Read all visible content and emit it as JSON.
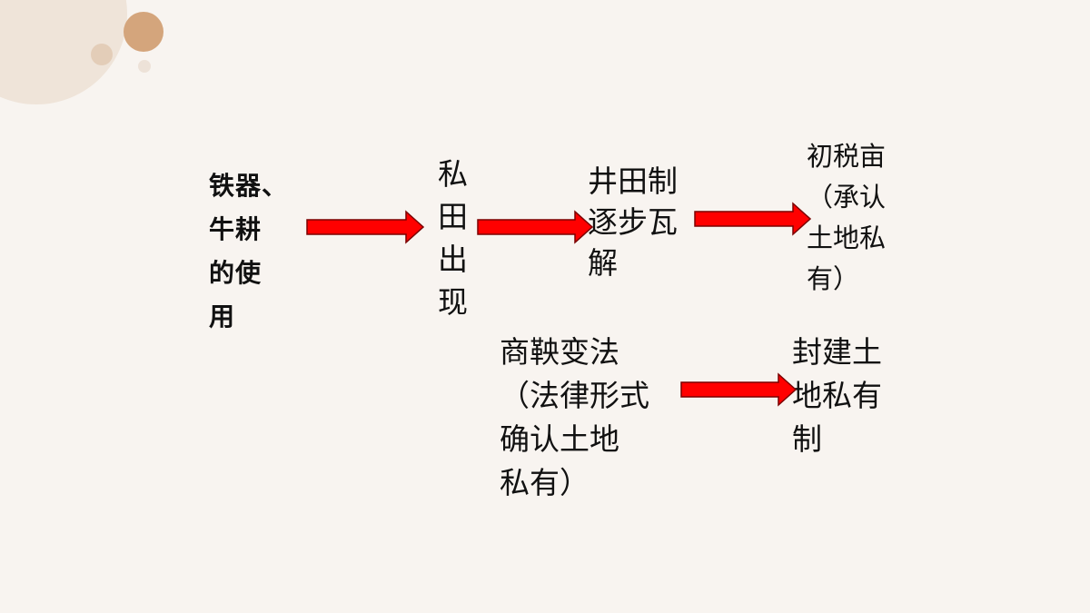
{
  "colors": {
    "background": "#f8f4f0",
    "arrow_fill": "#ff0000",
    "arrow_stroke": "#7a0000",
    "decor_primary": "#d4a57c",
    "decor_light": "#efe4d9"
  },
  "nodes": {
    "iron_tools": "铁器、\n牛耕\n的使\n用",
    "private_land": "私\n田\n出\n现",
    "jingtian_collapse": "井田制\n逐步瓦\n解",
    "chushui_mu": "初税亩\n（承认\n土地私\n有）",
    "shang_yang_reform": "商鞅变法\n（法律形式\n确认土地\n私有）",
    "feudal_private": "封建土\n地私有\n制"
  },
  "edges": [
    {
      "from": "iron_tools",
      "to": "private_land"
    },
    {
      "from": "private_land",
      "to": "jingtian_collapse"
    },
    {
      "from": "jingtian_collapse",
      "to": "chushui_mu"
    },
    {
      "from": "shang_yang_reform",
      "to": "feudal_private"
    }
  ]
}
